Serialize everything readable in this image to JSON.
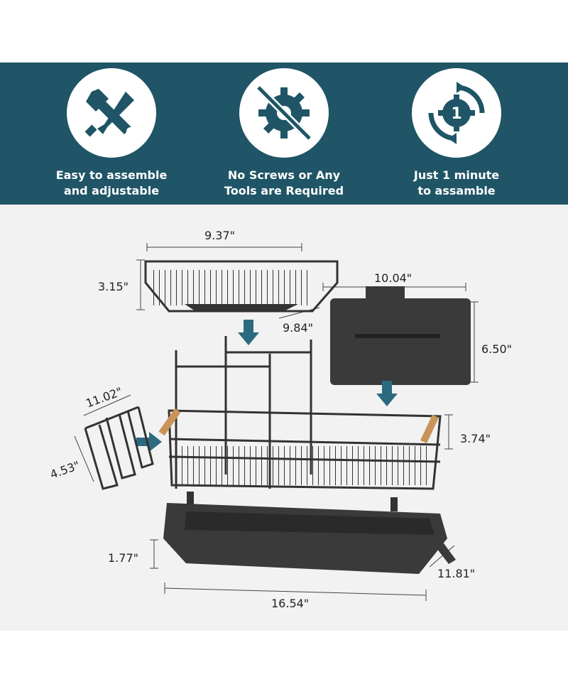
{
  "features": [
    {
      "icon": "wrench-screwdriver-icon",
      "line1": "Easy to assemble",
      "line2": "and adjustable"
    },
    {
      "icon": "no-gear-icon",
      "line1": "No Screws or Any",
      "line2": "Tools are Required"
    },
    {
      "icon": "one-minute-cycle-icon",
      "line1": "Just 1 minute",
      "line2": "to assamble"
    }
  ],
  "dimensions": {
    "cup_holder_width": "9.37\"",
    "cup_holder_height": "3.15\"",
    "cup_holder_depth": "9.84\"",
    "utensil_width": "10.04\"",
    "utensil_height": "6.50\"",
    "side_rack_width": "11.02\"",
    "side_rack_height": "4.53\"",
    "basket_height": "3.74\"",
    "tray_height": "1.77\"",
    "tray_length": "16.54\"",
    "tray_depth": "11.81\""
  },
  "icon_badge_number": "1",
  "colors": {
    "banner": "#1f5566",
    "accent_arrow": "#2c6a80",
    "product": "#333333",
    "wood": "#c8945a"
  }
}
